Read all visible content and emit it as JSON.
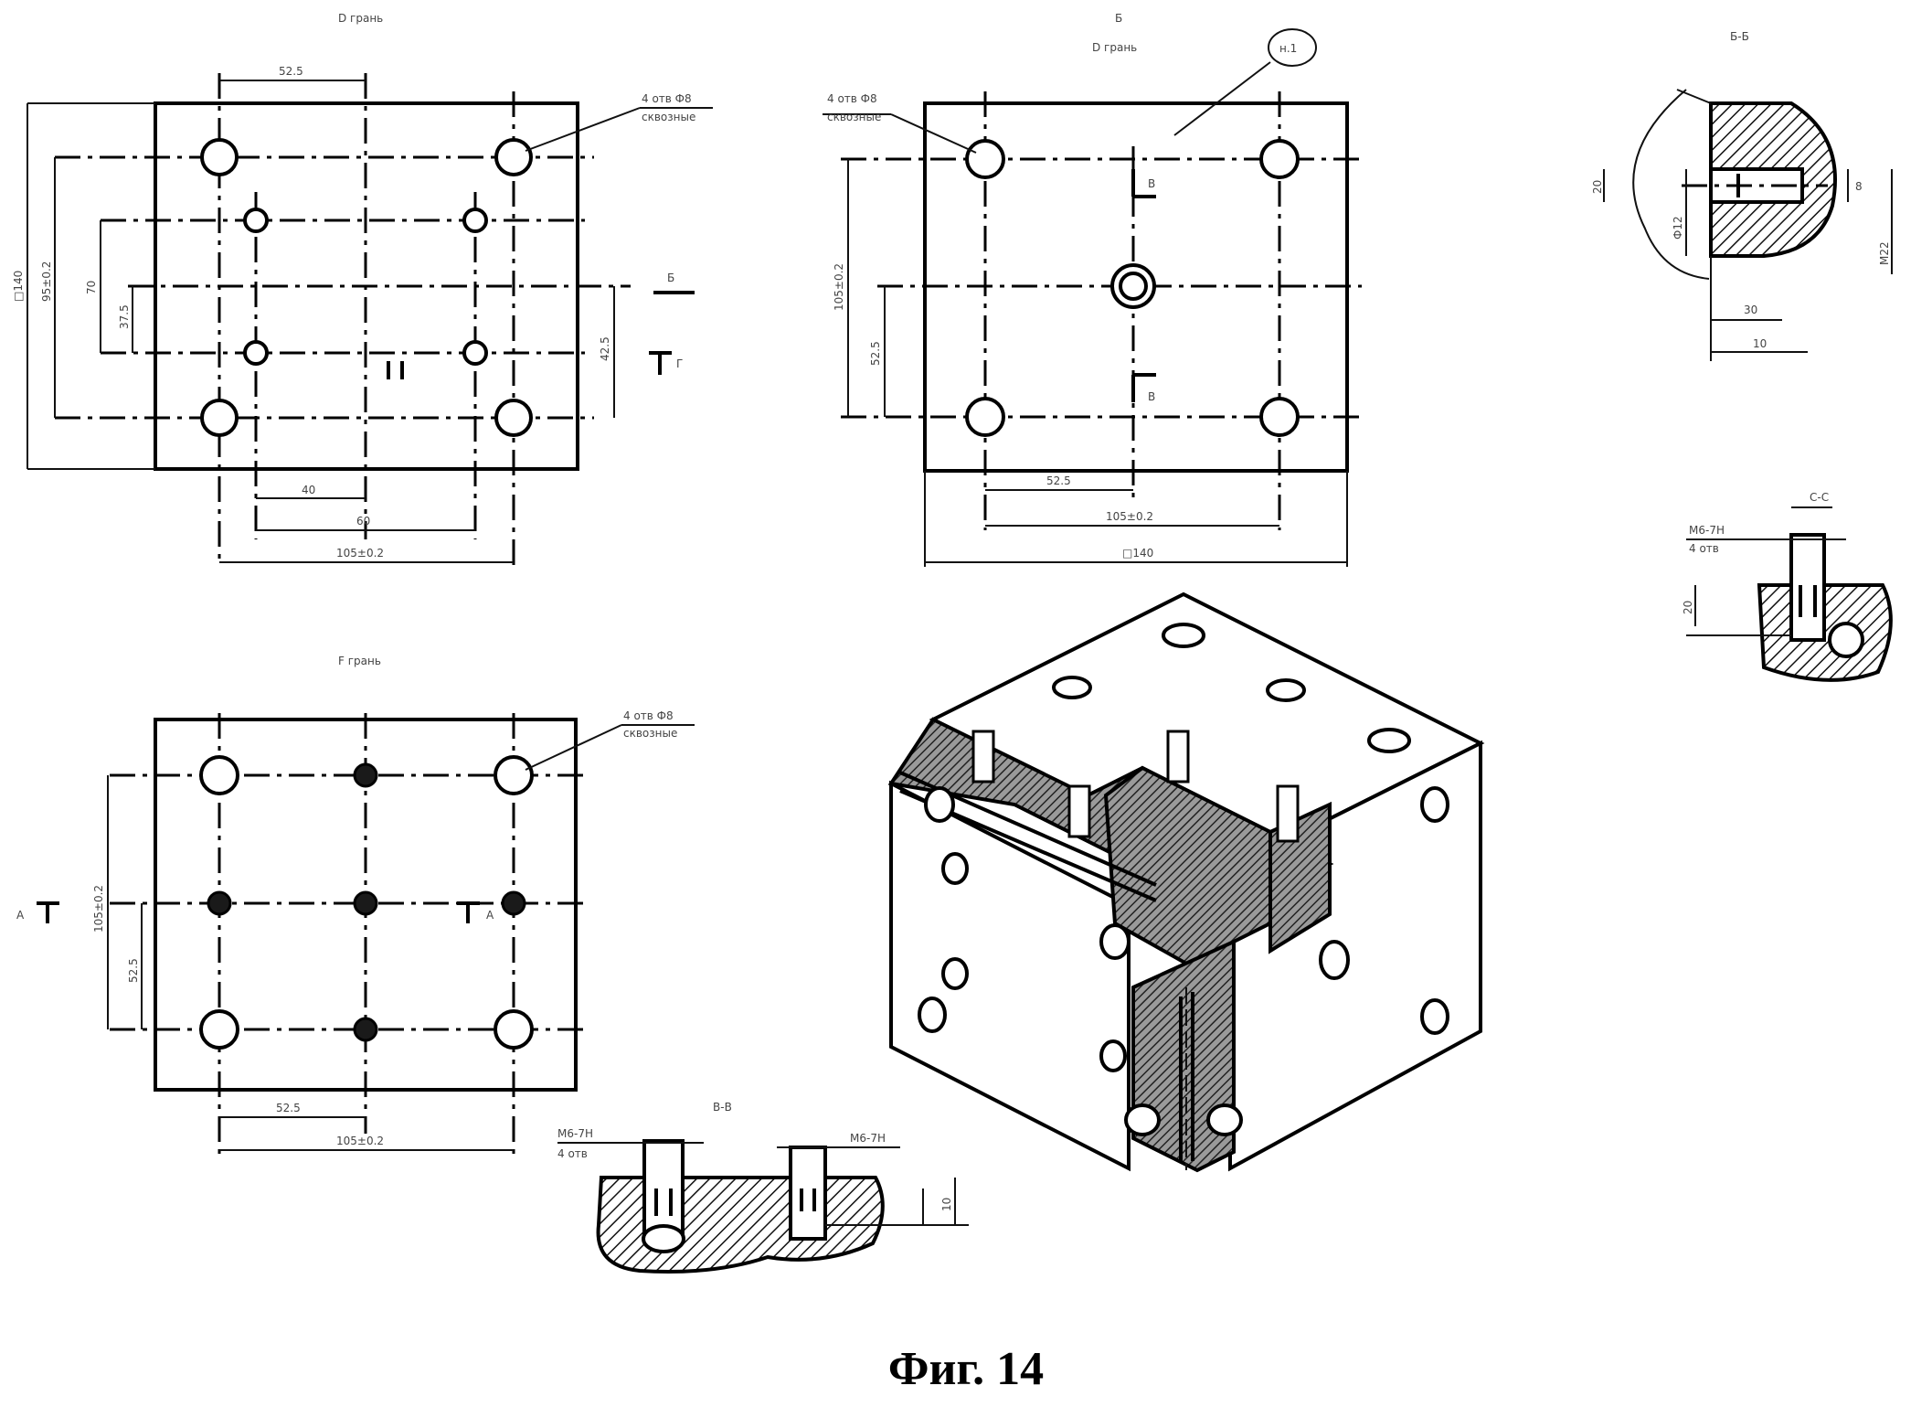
{
  "figure": {
    "caption": "Фиг. 14",
    "view_top_left_title": "D грань",
    "view_top_middle_letter": "Б",
    "view_top_middle_title": "D грань",
    "view_top_middle_callout": "н.1",
    "view_bottom_left_title": "F грань",
    "section_aa_title": "А-А",
    "section_bb_title": "Б-Б",
    "section_vv_title": "В-В",
    "section_cc_title": "С-С"
  },
  "labels": {
    "holes_note_1": "4 отв Ф8",
    "holes_note_1b": "сквозные",
    "holes_note_2": "4 отв Ф8",
    "holes_note_2b": "сквозные",
    "holes_note_3": "4 отв Ф8",
    "holes_note_3b": "сквозные",
    "section_mark_b": "Б",
    "section_mark_g": "Г",
    "section_mark_a_left": "А",
    "section_mark_a_right": "А",
    "section_mark_v_top": "В",
    "section_mark_v_bottom": "В",
    "thread_note_1": "М6-7Н",
    "thread_note_1b": "4 отв",
    "thread_note_2": "М6-7Н",
    "thread_note_3": "М6-7Н",
    "thread_note_3b": "4 отв"
  },
  "dimensions": {
    "tl_52_5": "52.5",
    "tl_140": "□140",
    "tl_95": "95±0.2",
    "tl_70": "70",
    "tl_37_5": "37.5",
    "tl_40": "40",
    "tl_60": "60",
    "tl_105": "105±0.2",
    "tl_42_5": "42.5",
    "tm_105": "105±0.2",
    "tm_52_5": "52.5",
    "tm_105b": "105±0.2",
    "tm_140": "□140",
    "tr_20": "20",
    "tr_30": "30",
    "tr_10": "10",
    "tr_8": "8",
    "tr_12": "Ф12",
    "tr_m22": "М22",
    "bl_105": "105±0.2",
    "bl_52_5": "52.5",
    "bl_52_5b": "52.5",
    "bl_105b": "105±0.2",
    "cc_20": "20",
    "bb_10": "10"
  }
}
